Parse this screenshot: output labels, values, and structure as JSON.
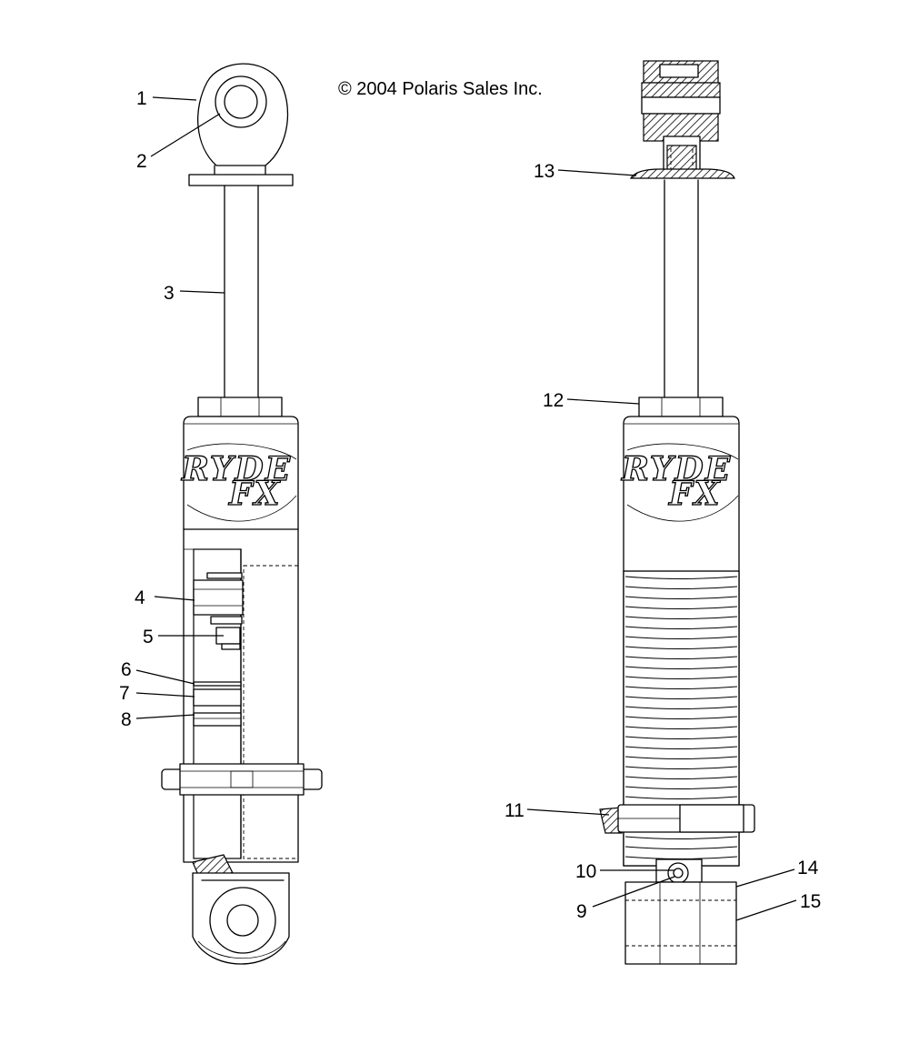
{
  "copyright": "© 2004 Polaris Sales Inc.",
  "callouts": [
    "1",
    "2",
    "3",
    "4",
    "5",
    "6",
    "7",
    "8",
    "9",
    "10",
    "11",
    "12",
    "13",
    "14",
    "15"
  ],
  "logo": {
    "line1": "RYDE",
    "line2": "FX"
  }
}
